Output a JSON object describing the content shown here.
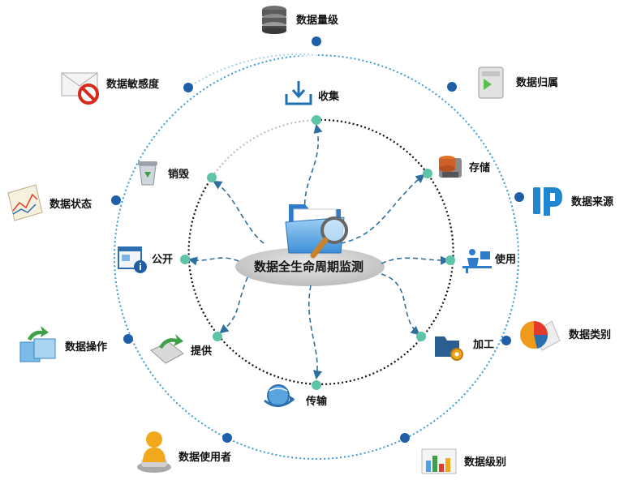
{
  "center": {
    "title": "数据全生命周期监测",
    "icon": "folder-magnifier-icon"
  },
  "lifecycle_stages": [
    {
      "id": "collect",
      "label": "收集",
      "icon": "download-tray-icon"
    },
    {
      "id": "store",
      "label": "存储",
      "icon": "database-server-icon"
    },
    {
      "id": "use",
      "label": "使用",
      "icon": "person-at-computer-icon"
    },
    {
      "id": "process",
      "label": "加工",
      "icon": "folder-gear-icon"
    },
    {
      "id": "transmit",
      "label": "传输",
      "icon": "globe-arrows-icon"
    },
    {
      "id": "provide",
      "label": "提供",
      "icon": "share-arrow-icon"
    },
    {
      "id": "disclose",
      "label": "公开",
      "icon": "info-window-icon"
    },
    {
      "id": "destroy",
      "label": "销毁",
      "icon": "recycle-bin-icon"
    }
  ],
  "attributes": [
    {
      "id": "volume",
      "label": "数据量级",
      "icon": "database-stack-icon"
    },
    {
      "id": "ownership",
      "label": "数据归属",
      "icon": "server-tower-icon"
    },
    {
      "id": "source",
      "label": "数据来源",
      "icon": "ip-icon"
    },
    {
      "id": "category",
      "label": "数据类别",
      "icon": "pie-chart-icon"
    },
    {
      "id": "level",
      "label": "数据级别",
      "icon": "bar-chart-icon"
    },
    {
      "id": "user",
      "label": "数据使用者",
      "icon": "user-figure-icon"
    },
    {
      "id": "operation",
      "label": "数据操作",
      "icon": "transfer-windows-icon"
    },
    {
      "id": "status",
      "label": "数据状态",
      "icon": "line-chart-icon"
    },
    {
      "id": "sensitivity",
      "label": "数据敏感度",
      "icon": "prohibited-mail-icon"
    }
  ],
  "colors": {
    "outer_ring": "#3a9bd5",
    "outer_dot": "#1f5fa8",
    "inner_ring": "#111111",
    "inner_faded": "#bbbbbb",
    "inner_dot": "#5ec4a8",
    "arrow": "#2f6f9f",
    "center_ellipse": "#cfcfcf"
  }
}
